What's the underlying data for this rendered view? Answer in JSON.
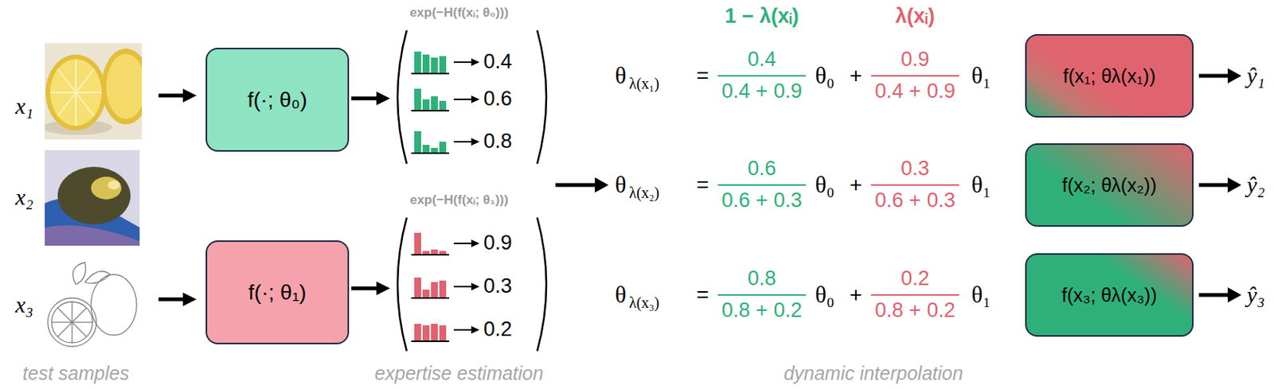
{
  "diagram": {
    "nodes": [
      {
        "text": [
          "x₁"
        ]
      },
      {
        "text": [
          "x₂"
        ]
      },
      {
        "text": [
          "x₃"
        ]
      },
      {
        "text": [
          "f(·; θ₀)"
        ]
      },
      {
        "text": [
          "f(·; θ₁)"
        ]
      },
      {
        "text": [
          "exp(−H(f(xᵢ; θ₀)))",
          "0.4",
          "0.6",
          "0.8"
        ]
      },
      {
        "text": [
          "exp(−H(f(xᵢ; θ₁)))",
          "0.9",
          "0.3",
          "0.2"
        ]
      },
      {
        "text": [
          "f(x₁; θλ(x₁))"
        ]
      },
      {
        "text": [
          "f(x₂; θλ(x₂))"
        ]
      },
      {
        "text": [
          "f(x₃; θλ(x₃))"
        ]
      }
    ],
    "edges": [
      {
        "from": 0,
        "to": 3,
        "arrow": "to"
      },
      {
        "from": 2,
        "to": 4,
        "arrow": "to"
      },
      {
        "from": 3,
        "to": 5,
        "arrow": "to"
      },
      {
        "from": 4,
        "to": 6,
        "arrow": "to"
      }
    ],
    "labels": [
      "1 − λ(xᵢ)",
      "λ(xᵢ)",
      "θ",
      "λ(x₁)",
      "=",
      "0.4",
      "0.4 + 0.9",
      "θ₀",
      "+",
      "0.9",
      "0.4 + 0.9",
      "θ₁",
      "ŷ₁",
      "θ",
      "λ(x₂)",
      "=",
      "0.6",
      "0.6 + 0.3",
      "θ₀",
      "+",
      "0.3",
      "0.6 + 0.3",
      "θ₁",
      "ŷ₂",
      "θ",
      "λ(x₃)",
      "=",
      "0.8",
      "0.8 + 0.2",
      "θ₀",
      "+",
      "0.2",
      "0.8 + 0.2",
      "θ₁",
      "ŷ₃",
      "test samples",
      "expertise estimation",
      "dynamic interpolation"
    ]
  }
}
